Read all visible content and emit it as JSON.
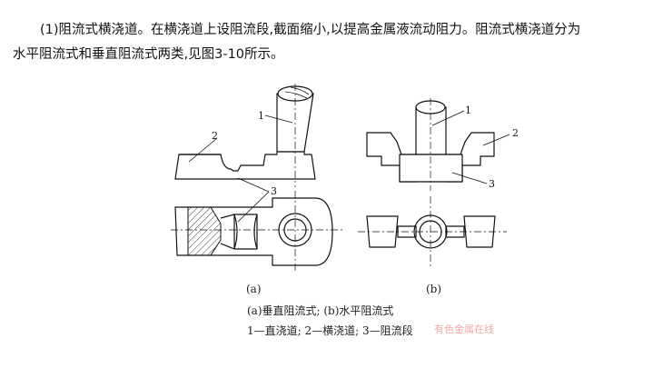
{
  "paragraph": {
    "line1": "(1)阻流式横浇道。在横浇道上设阻流段,截面缩小,以提高金属液流动阻力。阻流式横浇道分为",
    "line2": "水平阻流式和垂直阻流式两类,见图3-10所示。"
  },
  "figure": {
    "sub_a": "(a)",
    "sub_b": "(b)",
    "callouts": {
      "one": "1",
      "two": "2",
      "three": "3"
    },
    "caption_line1": "(a)垂直阻流式; (b)水平阻流式",
    "caption_line2": "1—直浇道; 2—横浇道; 3—阻流段",
    "watermark": "有色金属在线"
  }
}
